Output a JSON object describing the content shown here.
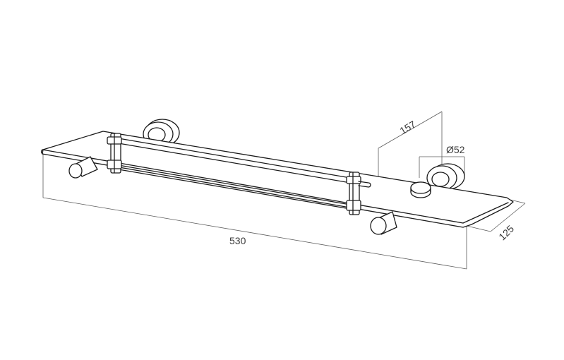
{
  "dimensions": {
    "length": "530",
    "wall_offset": "157",
    "flange_diameter": "Ø52",
    "depth": "125"
  }
}
